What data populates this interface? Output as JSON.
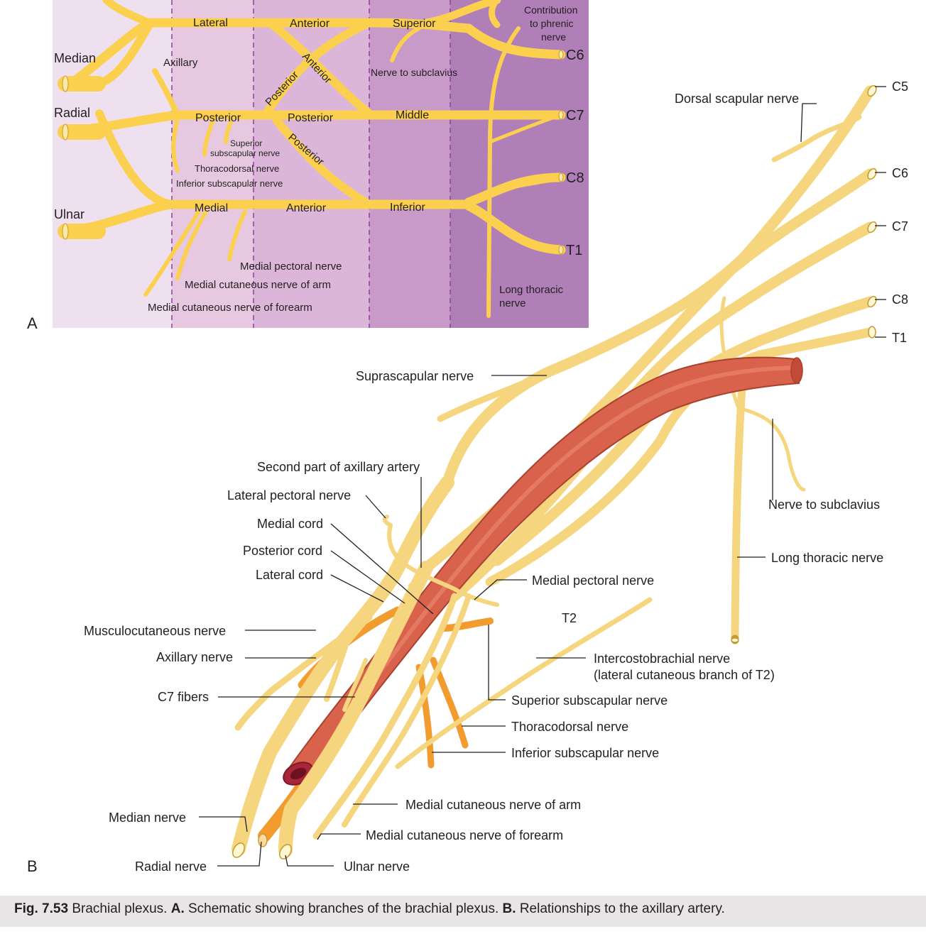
{
  "panel_a": {
    "letter": "A",
    "roots": [
      "C6",
      "C7",
      "C8",
      "T1"
    ],
    "terminal_nerves": [
      "Median",
      "Radial",
      "Ulnar"
    ],
    "trunks": [
      "Superior",
      "Middle",
      "Inferior"
    ],
    "divisions": [
      "Anterior",
      "Anterior",
      "Posterior",
      "Posterior",
      "Posterior",
      "Anterior"
    ],
    "cords": [
      "Lateral",
      "Posterior",
      "Medial"
    ],
    "branches": {
      "phrenic": [
        "Contribution",
        "to phrenic",
        "nerve"
      ],
      "nerve_to_subclavius": "Nerve to subclavius",
      "axillary": "Axillary",
      "superior_subscapular": [
        "Superior",
        "subscapular nerve"
      ],
      "thoracodorsal": "Thoracodorsal nerve",
      "inferior_subscapular": "Inferior subscapular nerve",
      "medial_pectoral": "Medial pectoral nerve",
      "medial_cutaneous_arm": "Medial cutaneous nerve of arm",
      "medial_cutaneous_forearm": "Medial cutaneous nerve of forearm",
      "long_thoracic": [
        "Long thoracic",
        "nerve"
      ]
    }
  },
  "panel_b": {
    "letter": "B",
    "roots": [
      "C5",
      "C6",
      "C7",
      "C8",
      "T1"
    ],
    "labels": {
      "dorsal_scapular": "Dorsal scapular nerve",
      "suprascapular": "Suprascapular nerve",
      "second_part_axillary_artery": "Second part of axillary artery",
      "lateral_pectoral": "Lateral pectoral nerve",
      "medial_cord": "Medial cord",
      "posterior_cord": "Posterior cord",
      "lateral_cord": "Lateral cord",
      "musculocutaneous": "Musculocutaneous nerve",
      "axillary": "Axillary nerve",
      "c7_fibers": "C7 fibers",
      "median": "Median nerve",
      "radial": "Radial nerve",
      "ulnar": "Ulnar nerve",
      "medial_cutaneous_forearm": "Medial cutaneous nerve of forearm",
      "medial_cutaneous_arm": "Medial cutaneous nerve of arm",
      "inferior_subscapular": "Inferior subscapular nerve",
      "thoracodorsal": "Thoracodorsal nerve",
      "superior_subscapular": "Superior subscapular nerve",
      "intercostobrachial": [
        "Intercostobrachial nerve",
        "(lateral cutaneous branch of T2)"
      ],
      "t2": "T2",
      "medial_pectoral": "Medial pectoral nerve",
      "long_thoracic": "Long thoracic nerve",
      "nerve_to_subclavius": "Nerve to subclavius"
    }
  },
  "caption": {
    "fig": "Fig. 7.53",
    "title": "Brachial plexus.",
    "a_label": "A.",
    "a_text": "Schematic showing branches of the brachial plexus.",
    "b_label": "B.",
    "b_text": "Relationships to the axillary artery."
  },
  "colors": {
    "nerve": "#fcd04f",
    "nerve_3d": "#f6d57f",
    "orange_nerve": "#f29c2f",
    "artery": "#d9624d",
    "bg_band_1": "#efe0ef",
    "bg_band_2": "#e6c8e0",
    "bg_band_3": "#d8b2d6",
    "bg_band_4": "#c79ac8",
    "bg_band_5": "#b07fb8",
    "divider": "#8e3f98"
  }
}
